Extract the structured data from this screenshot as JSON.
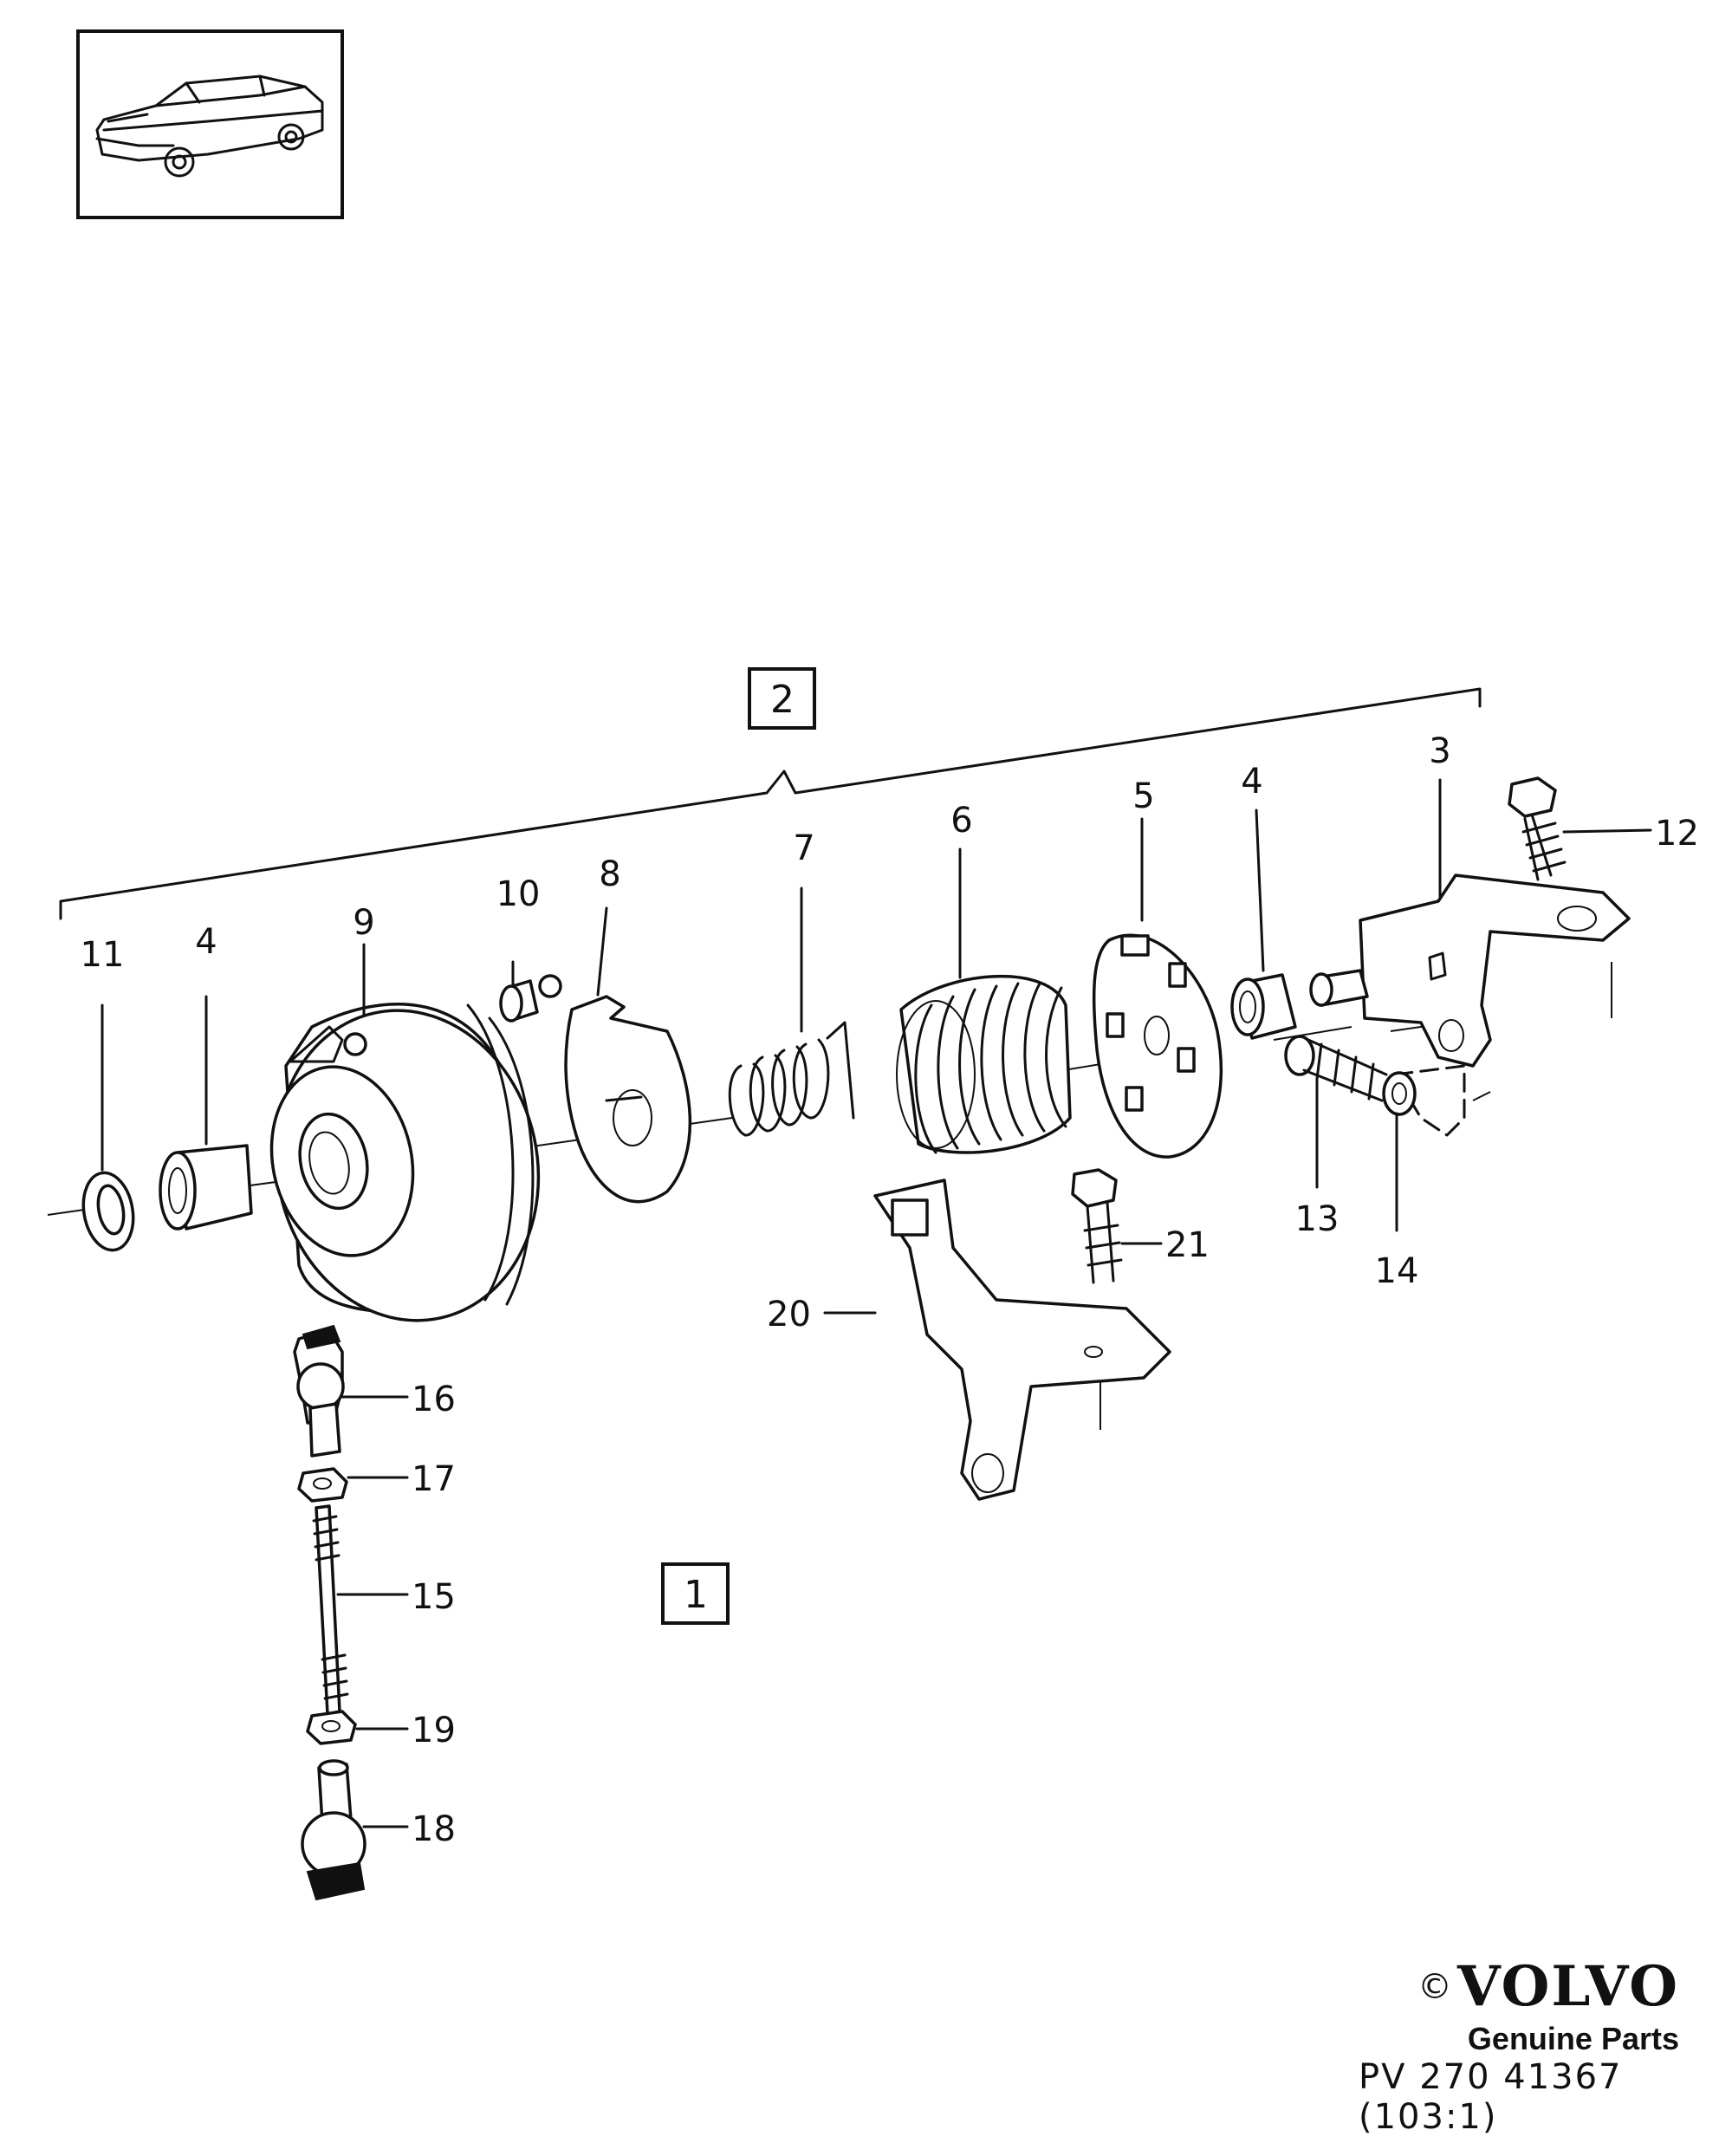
{
  "brand": {
    "copyright": "©",
    "logo": "VOLVO",
    "subtitle": "Genuine Parts",
    "code": "PV 270 41367",
    "ref": "(103:1)"
  },
  "callouts": [
    {
      "id": "c11",
      "text": "11"
    },
    {
      "id": "c4a",
      "text": "4"
    },
    {
      "id": "c9",
      "text": "9"
    },
    {
      "id": "c10",
      "text": "10"
    },
    {
      "id": "c8",
      "text": "8"
    },
    {
      "id": "c7",
      "text": "7"
    },
    {
      "id": "c6",
      "text": "6"
    },
    {
      "id": "c5",
      "text": "5"
    },
    {
      "id": "c4b",
      "text": "4"
    },
    {
      "id": "c3",
      "text": "3"
    },
    {
      "id": "c12",
      "text": "12"
    },
    {
      "id": "c13",
      "text": "13"
    },
    {
      "id": "c14",
      "text": "14"
    },
    {
      "id": "c21",
      "text": "21"
    },
    {
      "id": "c20",
      "text": "20"
    },
    {
      "id": "c16",
      "text": "16"
    },
    {
      "id": "c17",
      "text": "17"
    },
    {
      "id": "c15",
      "text": "15"
    },
    {
      "id": "c19",
      "text": "19"
    },
    {
      "id": "c18",
      "text": "18"
    }
  ],
  "boxes": [
    {
      "id": "b2",
      "text": "2"
    },
    {
      "id": "b1",
      "text": "1"
    }
  ]
}
